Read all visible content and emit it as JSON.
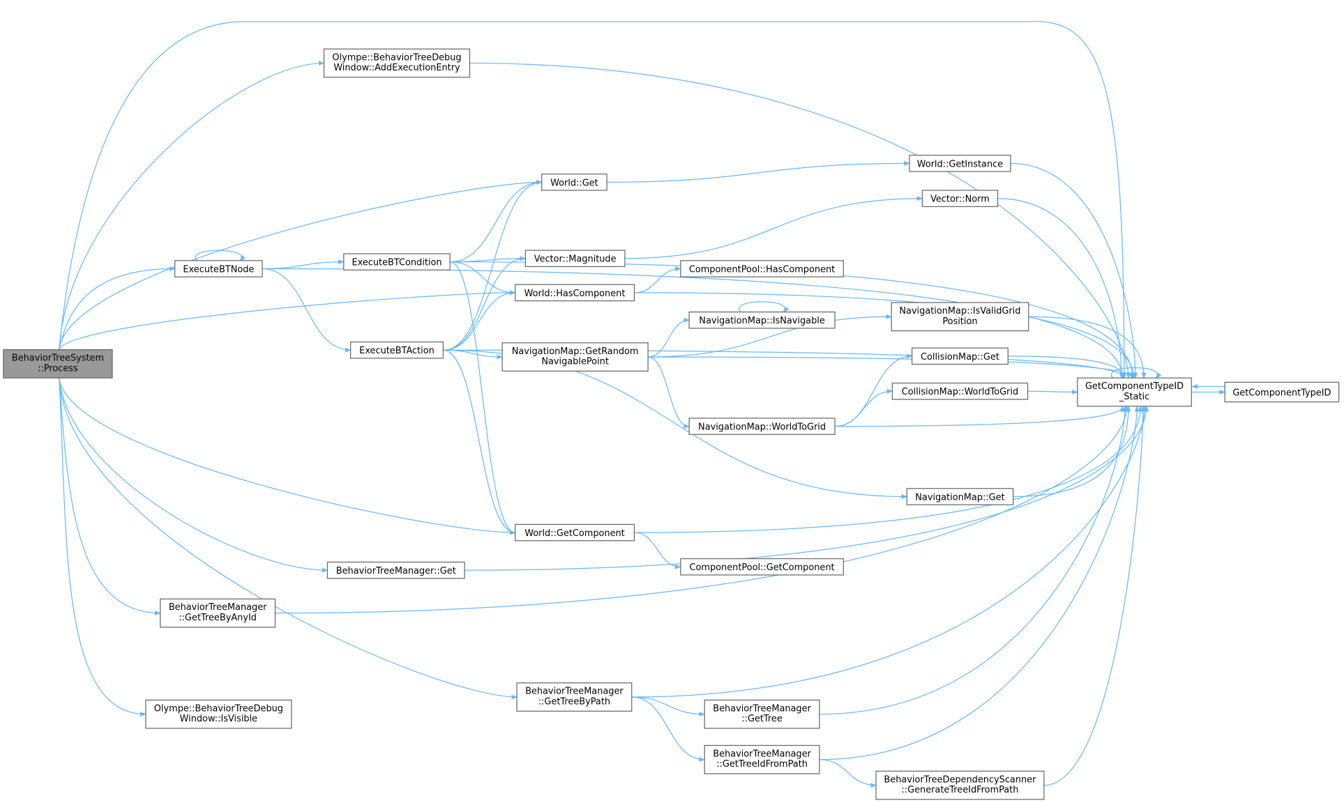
{
  "colors": {
    "edge": "#63b8ff",
    "root_fill": "#999999",
    "node_border": "#666666"
  },
  "nodes": [
    {
      "id": "process",
      "lines": [
        "BehaviorTreeSystem",
        "::Process"
      ],
      "root": true
    },
    {
      "id": "executebtnode",
      "lines": [
        "ExecuteBTNode"
      ]
    },
    {
      "id": "addexec",
      "lines": [
        "Olympe::BehaviorTreeDebug",
        "Window::AddExecutionEntry"
      ]
    },
    {
      "id": "cond",
      "lines": [
        "ExecuteBTCondition"
      ]
    },
    {
      "id": "action",
      "lines": [
        "ExecuteBTAction"
      ]
    },
    {
      "id": "worldget",
      "lines": [
        "World::Get"
      ]
    },
    {
      "id": "magnitude",
      "lines": [
        "Vector::Magnitude"
      ]
    },
    {
      "id": "hascomp",
      "lines": [
        "World::HasComponent"
      ]
    },
    {
      "id": "getrandom",
      "lines": [
        "NavigationMap::GetRandom",
        "NavigablePoint"
      ]
    },
    {
      "id": "getcomp",
      "lines": [
        "World::GetComponent"
      ]
    },
    {
      "id": "btmget",
      "lines": [
        "BehaviorTreeManager::Get"
      ]
    },
    {
      "id": "byanyid",
      "lines": [
        "BehaviorTreeManager",
        "::GetTreeByAnyId"
      ]
    },
    {
      "id": "bypath",
      "lines": [
        "BehaviorTreeManager",
        "::GetTreeByPath"
      ]
    },
    {
      "id": "isvisible",
      "lines": [
        "Olympe::BehaviorTreeDebug",
        "Window::IsVisible"
      ]
    },
    {
      "id": "getinstance",
      "lines": [
        "World::GetInstance"
      ]
    },
    {
      "id": "norm",
      "lines": [
        "Vector::Norm"
      ]
    },
    {
      "id": "cphas",
      "lines": [
        "ComponentPool::HasComponent"
      ]
    },
    {
      "id": "isnav",
      "lines": [
        "NavigationMap::IsNavigable"
      ]
    },
    {
      "id": "isvalid",
      "lines": [
        "NavigationMap::IsValidGrid",
        "Position"
      ]
    },
    {
      "id": "cmget",
      "lines": [
        "CollisionMap::Get"
      ]
    },
    {
      "id": "cmw2g",
      "lines": [
        "CollisionMap::WorldToGrid"
      ]
    },
    {
      "id": "nmw2g",
      "lines": [
        "NavigationMap::WorldToGrid"
      ]
    },
    {
      "id": "nmget",
      "lines": [
        "NavigationMap::Get"
      ]
    },
    {
      "id": "cpget",
      "lines": [
        "ComponentPool::GetComponent"
      ]
    },
    {
      "id": "gettree",
      "lines": [
        "BehaviorTreeManager",
        "::GetTree"
      ]
    },
    {
      "id": "idfrompath",
      "lines": [
        "BehaviorTreeManager",
        "::GetTreeIdFromPath"
      ]
    },
    {
      "id": "scanner",
      "lines": [
        "BehaviorTreeDependencyScanner",
        "::GenerateTreeIdFromPath"
      ]
    },
    {
      "id": "gcts",
      "lines": [
        "GetComponentTypeID",
        "_Static"
      ]
    },
    {
      "id": "gcti",
      "lines": [
        "GetComponentTypeID"
      ]
    }
  ],
  "edges": [
    [
      "process",
      "addexec"
    ],
    [
      "process",
      "executebtnode"
    ],
    [
      "process",
      "worldget"
    ],
    [
      "process",
      "hascomp"
    ],
    [
      "process",
      "getcomp"
    ],
    [
      "process",
      "btmget"
    ],
    [
      "process",
      "byanyid"
    ],
    [
      "process",
      "bypath"
    ],
    [
      "process",
      "isvisible"
    ],
    [
      "process",
      "gcts"
    ],
    [
      "executebtnode",
      "executebtnode"
    ],
    [
      "executebtnode",
      "cond"
    ],
    [
      "executebtnode",
      "action"
    ],
    [
      "executebtnode",
      "gcts"
    ],
    [
      "addexec",
      "gcts"
    ],
    [
      "cond",
      "worldget"
    ],
    [
      "cond",
      "magnitude"
    ],
    [
      "cond",
      "hascomp"
    ],
    [
      "cond",
      "getcomp"
    ],
    [
      "cond",
      "gcts"
    ],
    [
      "action",
      "worldget"
    ],
    [
      "action",
      "magnitude"
    ],
    [
      "action",
      "hascomp"
    ],
    [
      "action",
      "getrandom"
    ],
    [
      "action",
      "getcomp"
    ],
    [
      "action",
      "nmget"
    ],
    [
      "action",
      "gcts"
    ],
    [
      "worldget",
      "getinstance"
    ],
    [
      "getinstance",
      "gcts"
    ],
    [
      "magnitude",
      "norm"
    ],
    [
      "norm",
      "gcts"
    ],
    [
      "hascomp",
      "cphas"
    ],
    [
      "hascomp",
      "gcts"
    ],
    [
      "getrandom",
      "isnav"
    ],
    [
      "getrandom",
      "isvalid"
    ],
    [
      "getrandom",
      "nmw2g"
    ],
    [
      "getrandom",
      "gcts"
    ],
    [
      "isnav",
      "isnav"
    ],
    [
      "isvalid",
      "gcts"
    ],
    [
      "cmget",
      "gcts"
    ],
    [
      "cmw2g",
      "gcts"
    ],
    [
      "nmw2g",
      "cmget"
    ],
    [
      "nmw2g",
      "cmw2g"
    ],
    [
      "nmw2g",
      "gcts"
    ],
    [
      "nmget",
      "gcts"
    ],
    [
      "getcomp",
      "cpget"
    ],
    [
      "getcomp",
      "gcts"
    ],
    [
      "btmget",
      "gcts"
    ],
    [
      "byanyid",
      "gcts"
    ],
    [
      "bypath",
      "gettree"
    ],
    [
      "bypath",
      "idfrompath"
    ],
    [
      "bypath",
      "gcts"
    ],
    [
      "gettree",
      "gcts"
    ],
    [
      "idfrompath",
      "scanner"
    ],
    [
      "idfrompath",
      "gcts"
    ],
    [
      "scanner",
      "gcts"
    ],
    [
      "gcts",
      "gcts"
    ],
    [
      "gcts",
      "gcti"
    ],
    [
      "gcti",
      "gcts"
    ]
  ]
}
